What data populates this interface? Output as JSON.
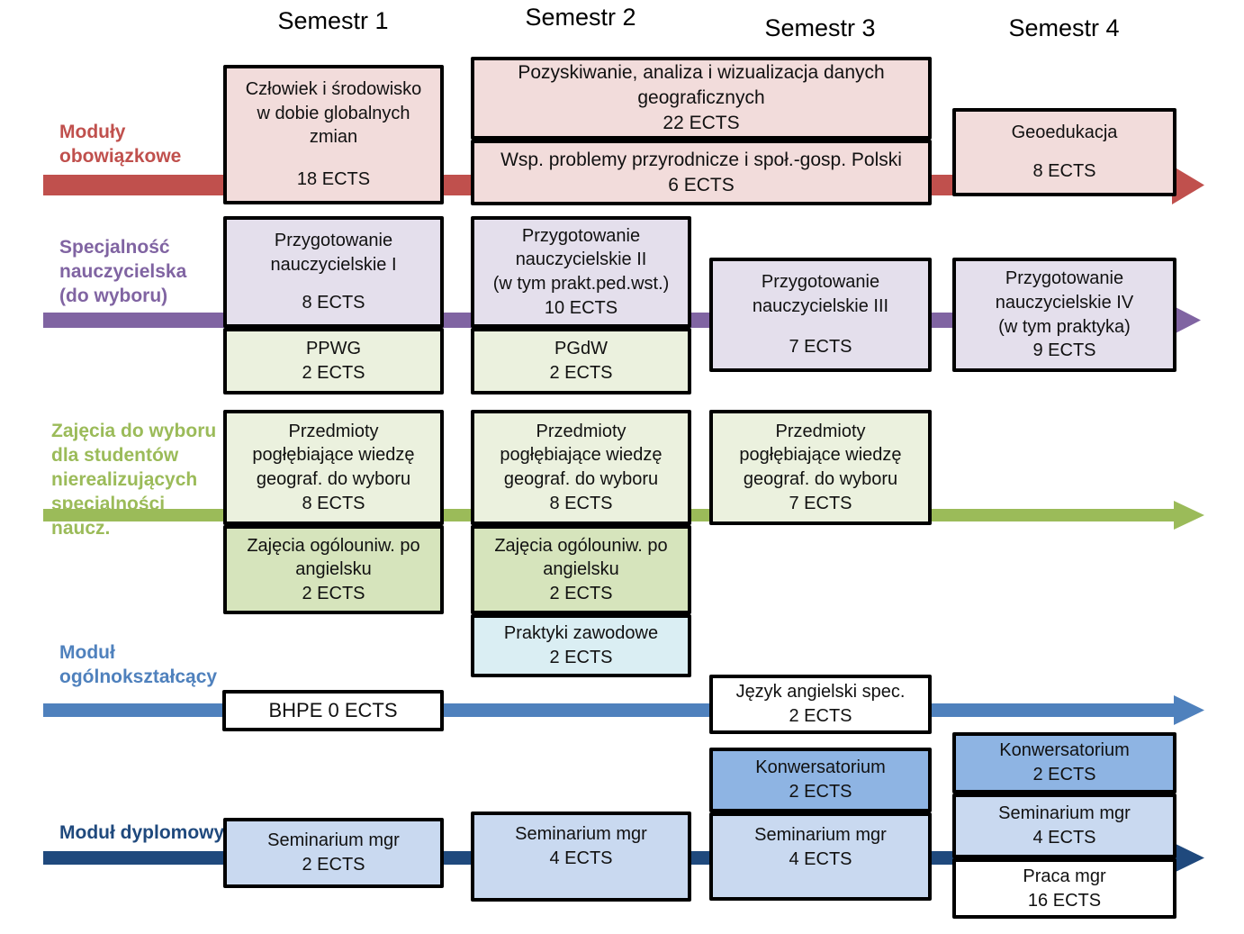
{
  "header": {
    "semesters": [
      "Semestr 1",
      "Semestr 2",
      "Semestr 3",
      "Semestr 4"
    ]
  },
  "rows": [
    {
      "label": "Moduły\nobowiązkowe"
    },
    {
      "label": "Specjalność\nnauczycielska\n(do wyboru)"
    },
    {
      "label": "Zajęcia do wyboru\ndla studentów\nnierealizujących\nspecjalności naucz."
    },
    {
      "label": "Moduł\nogólnokształcący"
    },
    {
      "label": "Moduł dyplomowy"
    }
  ],
  "colors": {
    "row1_accent": "#c0504d",
    "row1_fill": "#f2dcdb",
    "row2_accent": "#8064a2",
    "row2_fill": "#e4dfec",
    "row3_accent": "#9bbb59",
    "row3_fill_light": "#ebf1de",
    "row3_fill_dark": "#d6e4bc",
    "row4_accent": "#4f81bd",
    "internship_fill": "#daeef3",
    "row5_accent": "#1f497d",
    "seminar_fill": "#c9d9f0",
    "konwersatorium_fill": "#8eb4e3",
    "white_fill": "#ffffff"
  },
  "boxes": {
    "czlowiek": {
      "title": "Człowiek i środowisko\nw dobie globalnych\nzmian",
      "ects": "18 ECTS"
    },
    "pozyskiwanie": {
      "title": "Pozyskiwanie, analiza i wizualizacja danych\ngeograficznych",
      "ects": "22 ECTS"
    },
    "wsp_problemy": {
      "title": "Wsp. problemy przyrodnicze i społ.-gosp. Polski",
      "ects": "6 ECTS"
    },
    "geoedukacja": {
      "title": "Geoedukacja",
      "ects": "8 ECTS"
    },
    "przygotowanie1": {
      "title": "Przygotowanie\nnauczycielskie I",
      "ects": "8 ECTS"
    },
    "ppwg": {
      "title": "PPWG",
      "ects": "2 ECTS"
    },
    "przygotowanie2": {
      "title": "Przygotowanie\nnauczycielskie II\n(w tym prakt.ped.wst.)",
      "ects": "10 ECTS"
    },
    "pgdw": {
      "title": "PGdW",
      "ects": "2 ECTS"
    },
    "przygotowanie3": {
      "title": "Przygotowanie\nnauczycielskie III",
      "ects": "7 ECTS"
    },
    "przygotowanie4": {
      "title": "Przygotowanie\nnauczycielskie IV\n(w tym praktyka)",
      "ects": "9 ECTS"
    },
    "przedmioty_s1": {
      "title": "Przedmioty\npogłębiające wiedzę\ngeograf. do wyboru",
      "ects": "8 ECTS"
    },
    "ogolouniw_s1": {
      "title": "Zajęcia ogólouniw. po\nangielsku",
      "ects": "2 ECTS"
    },
    "przedmioty_s2": {
      "title": "Przedmioty\npogłębiające wiedzę\ngeograf. do wyboru",
      "ects": "8 ECTS"
    },
    "ogolouniw_s2": {
      "title": "Zajęcia ogólouniw. po\nangielsku",
      "ects": "2 ECTS"
    },
    "praktyki": {
      "title": "Praktyki zawodowe",
      "ects": "2 ECTS"
    },
    "przedmioty_s3": {
      "title": "Przedmioty\npogłębiające wiedzę\ngeograf. do wyboru",
      "ects": "7 ECTS"
    },
    "bhpe": {
      "title": "BHPE 0 ECTS"
    },
    "jezyk_angielski": {
      "title": "Język angielski spec.",
      "ects": "2 ECTS"
    },
    "seminarium_s1": {
      "title": "Seminarium mgr",
      "ects": "2 ECTS"
    },
    "seminarium_s2": {
      "title": "Seminarium mgr",
      "ects": "4 ECTS"
    },
    "konwersatorium_s3": {
      "title": "Konwersatorium",
      "ects": "2 ECTS"
    },
    "seminarium_s3": {
      "title": "Seminarium mgr",
      "ects": "4 ECTS"
    },
    "konwersatorium_s4": {
      "title": "Konwersatorium",
      "ects": "2 ECTS"
    },
    "seminarium_s4": {
      "title": "Seminarium mgr",
      "ects": "4 ECTS"
    },
    "praca": {
      "title": "Praca mgr",
      "ects": "16 ECTS"
    }
  }
}
